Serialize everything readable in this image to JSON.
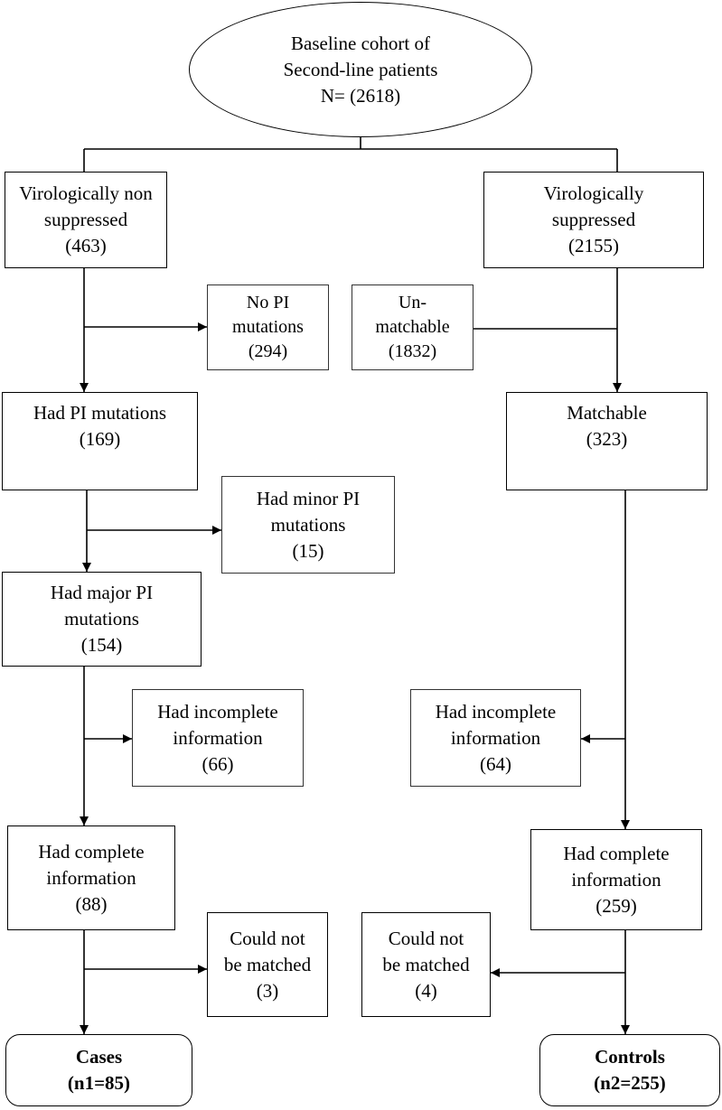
{
  "nodes": {
    "baseline": [
      "Baseline cohort of",
      "Second-line patients",
      "N= (2618)"
    ],
    "non_suppressed": [
      "Virologically non",
      "suppressed",
      "(463)"
    ],
    "suppressed": [
      "Virologically",
      "suppressed",
      "(2155)"
    ],
    "no_pi": [
      "No PI",
      "mutations",
      "(294)"
    ],
    "unmatchable": [
      "Un-",
      "matchable",
      "(1832)"
    ],
    "had_pi": [
      "Had PI mutations",
      "(169)"
    ],
    "matchable": [
      "Matchable",
      "(323)"
    ],
    "minor_pi": [
      "Had minor PI",
      "mutations",
      "(15)"
    ],
    "major_pi": [
      "Had major PI",
      "mutations",
      "(154)"
    ],
    "incomplete_left": [
      "Had incomplete",
      "information",
      "(66)"
    ],
    "incomplete_right": [
      "Had incomplete",
      "information",
      "(64)"
    ],
    "complete_left": [
      "Had complete",
      "information",
      "(88)"
    ],
    "complete_right": [
      "Had complete",
      "information",
      "(259)"
    ],
    "not_matched_left": [
      "Could not",
      "be matched",
      "(3)"
    ],
    "not_matched_right": [
      "Could not",
      "be matched",
      "(4)"
    ],
    "cases": [
      "Cases",
      "(n1=85)"
    ],
    "controls": [
      "Controls",
      "(n2=255)"
    ]
  }
}
